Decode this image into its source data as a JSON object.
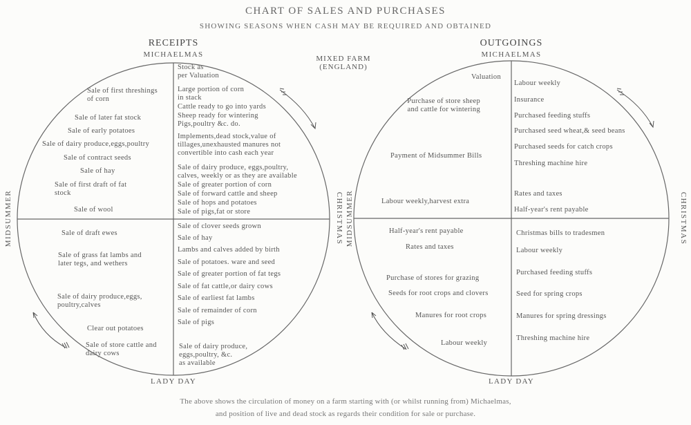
{
  "title": "CHART OF SALES AND PURCHASES",
  "subtitle": "SHOWING SEASONS WHEN CASH MAY BE REQUIRED AND OBTAINED",
  "center_label": "MIXED FARM\n(ENGLAND)",
  "seasons": {
    "top": "MICHAELMAS",
    "bottom": "LADY DAY",
    "left": "MIDSUMMER",
    "right": "CHRISTMAS"
  },
  "receipts": {
    "heading": "RECEIPTS",
    "upper_right": [
      "Stock as\nper Valuation",
      "Large portion of corn\nin stack",
      "Cattle ready to go into yards",
      "Sheep ready for wintering",
      "Pigs,poultry &c.       do.",
      "Implements,dead stock,value of\ntillages,unexhausted manures not\nconvertible into cash each year",
      "Sale of dairy produce, eggs,poultry,\ncalves, weekly or as they are available",
      "Sale of greater portion of corn",
      "Sale of forward cattle and sheep",
      "Sale of hops and potatoes",
      "Sale of pigs,fat or store"
    ],
    "upper_left": [
      "Sale of first threshings\nof corn",
      "Sale of later fat stock",
      "Sale of early potatoes",
      "Sale of dairy produce,eggs,poultry",
      "Sale of contract seeds",
      "Sale of hay",
      "Sale of first draft of fat\nstock",
      "Sale of wool"
    ],
    "lower_left": [
      "Sale of draft ewes",
      "Sale of grass fat lambs and\nlater tegs, and wethers",
      "Sale of dairy produce,eggs,\npoultry,calves",
      "Clear out potatoes",
      "Sale of store cattle and\ndairy cows"
    ],
    "lower_right": [
      "Sale of clover seeds grown",
      "Sale of hay",
      "Lambs and calves added by birth",
      "Sale of potatoes. ware and seed",
      "Sale of greater portion of fat tegs",
      "Sale of fat cattle,or dairy cows",
      "Sale of earliest fat lambs",
      "Sale of remainder of corn",
      "Sale of pigs",
      "Sale of dairy produce,\neggs,poultry, &c.\nas available"
    ]
  },
  "outgoings": {
    "heading": "OUTGOINGS",
    "upper_left": [
      "Valuation",
      "Purchase of store sheep\nand cattle for wintering",
      "Payment of Midsummer Bills",
      "Labour weekly,harvest extra"
    ],
    "upper_right": [
      "Labour weekly",
      "Insurance",
      "Purchased feeding stuffs",
      "Purchased seed wheat,& seed beans",
      "Purchased seeds for catch crops",
      "Threshing machine hire",
      "Rates and taxes",
      "Half-year's rent payable"
    ],
    "lower_left": [
      "Half-year's rent payable",
      "Rates and taxes",
      "Purchase of stores for grazing",
      "Seeds for root crops and clovers",
      "Manures for root crops",
      "Labour weekly"
    ],
    "lower_right": [
      "Christmas bills to tradesmen",
      "Labour weekly",
      "Purchased feeding stuffs",
      "Seed for spring crops",
      "Manures for spring dressings",
      "Threshing machine hire"
    ]
  },
  "footer": [
    "The above shows the circulation of money on a farm starting with (or whilst running from) Michaelmas,",
    "and position of live and dead stock as regards their condition for sale or purchase."
  ]
}
